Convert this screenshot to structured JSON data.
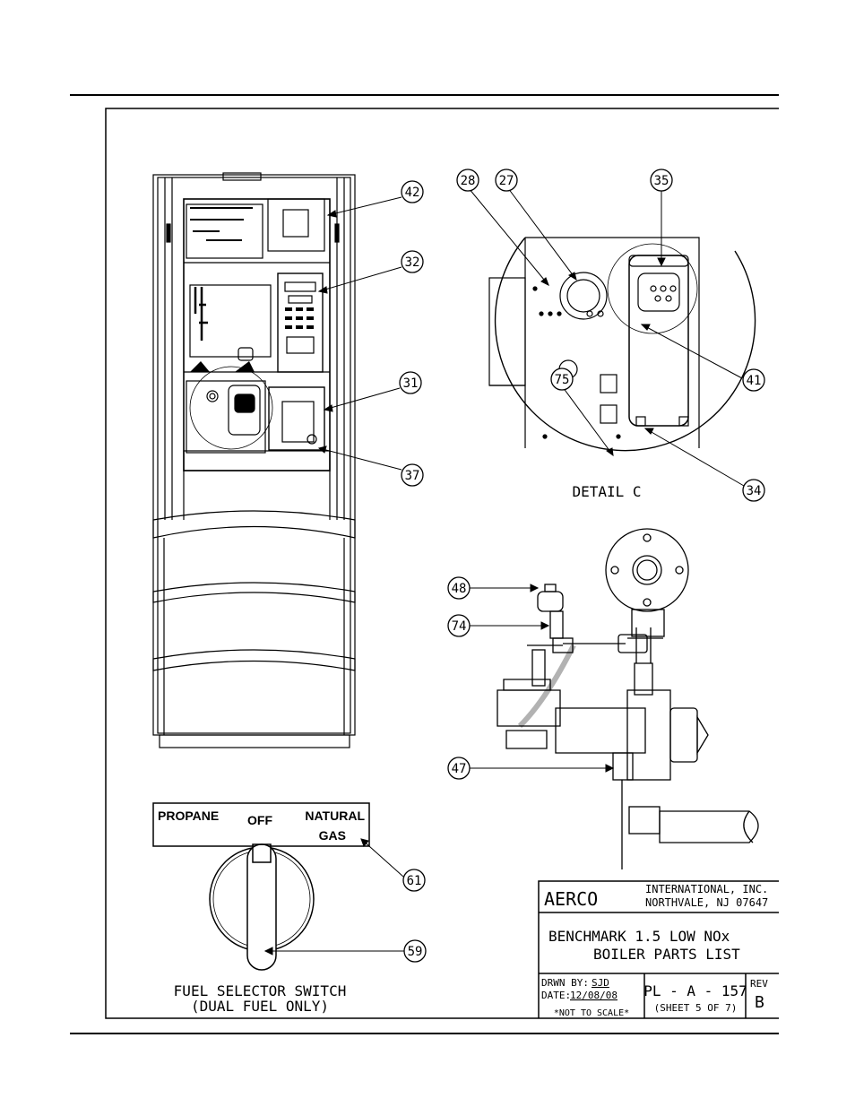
{
  "callouts": {
    "c42": "42",
    "c32": "32",
    "c31": "31",
    "c37": "37",
    "c28": "28",
    "c27": "27",
    "c35": "35",
    "c41": "41",
    "c75": "75",
    "c34": "34",
    "c48": "48",
    "c74": "74",
    "c47": "47",
    "c61": "61",
    "c59": "59"
  },
  "detail_label": "DETAIL C",
  "switch_plate": {
    "propane": "PROPANE",
    "off": "OFF",
    "natural": "NATURAL",
    "gas": "GAS"
  },
  "switch_caption": {
    "line1": "FUEL SELECTOR SWITCH",
    "line2": "(DUAL FUEL ONLY)"
  },
  "title_block": {
    "company": "AERCO",
    "company_line1": "INTERNATIONAL, INC.",
    "company_line2": "NORTHVALE, NJ 07647",
    "title_line1": "BENCHMARK 1.5 LOW NOx",
    "title_line2": "BOILER PARTS LIST",
    "drawn_by_label": "DRWN BY:",
    "drawn_by": "SJD",
    "date_label": "DATE:",
    "date": "12/08/08",
    "scale_note": "*NOT TO SCALE*",
    "drawing_no": "PL - A - 157",
    "sheet": "(SHEET 5 OF 7)",
    "rev_label": "REV",
    "rev": "B"
  }
}
